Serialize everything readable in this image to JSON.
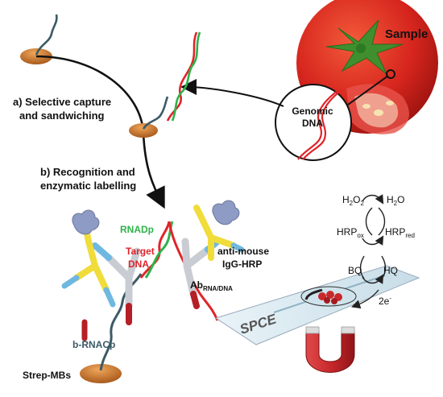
{
  "steps": {
    "a_line1": "a) Selective capture",
    "a_line2": "and sandwiching",
    "b_line1": "b) Recognition and",
    "b_line2": "enzymatic labelling"
  },
  "sample": {
    "label": "Sample",
    "genomic_line1": "Genomic",
    "genomic_line2": "DNA"
  },
  "complex": {
    "rnadp": "RNADp",
    "target_line1": "Target",
    "target_line2": "DNA",
    "antimouse_line1": "anti-mouse",
    "antimouse_line2": "IgG-HRP",
    "ab_main": "Ab",
    "ab_sub": "RNA/DNA",
    "brnacp": "b-RNACp",
    "strep": "Strep-MBs"
  },
  "cycle": {
    "h2o2_main": "H",
    "h2o2_sub1": "2",
    "h2o2_mid": "O",
    "h2o2_sub2": "2",
    "h2o_main": "H",
    "h2o_sub": "2",
    "h2o_end": "O",
    "hrp_ox_main": "HRP",
    "hrp_ox_sub": "ox",
    "hrp_red_main": "HRP",
    "hrp_red_sub": "red",
    "bq": "BQ",
    "hq": "HQ",
    "electrons": "2e",
    "electrons_sup": "-"
  },
  "electrode": {
    "label": "SPCE"
  },
  "colors": {
    "dna_red": "#e0242a",
    "dna_green": "#2fb24a",
    "probe_dark": "#3c5a66",
    "bead": "#c9772b",
    "antibody_yellow": "#f0dc3a",
    "antibody_grey": "#c9cdd3",
    "antibody_blue": "#6fb8e0",
    "antibody_red": "#b51f26",
    "hrp_purple": "#8e9bc4",
    "tomato": "#d7261e",
    "magnet_red": "#c8282c"
  }
}
